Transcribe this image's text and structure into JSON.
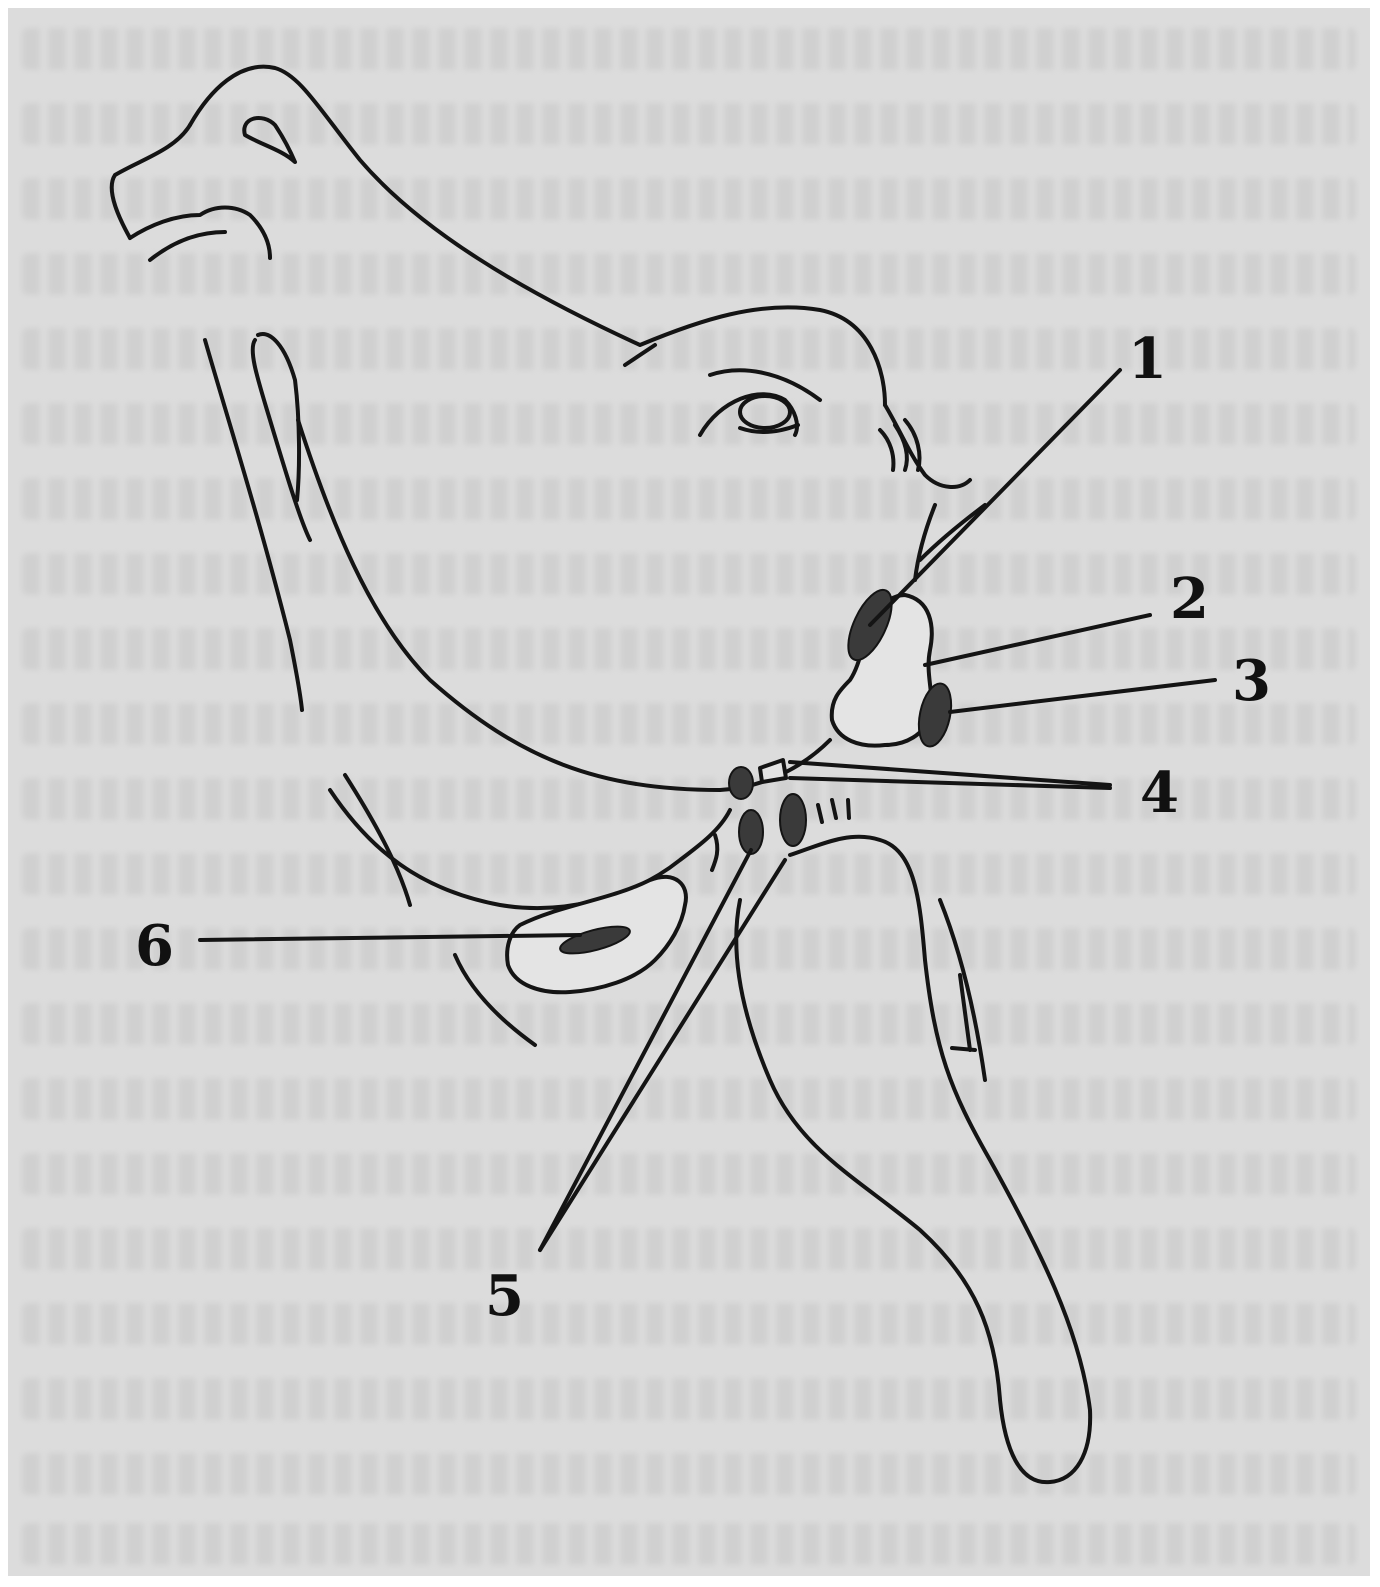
{
  "figure": {
    "labels": [
      {
        "id": "1",
        "text": "1"
      },
      {
        "id": "2",
        "text": "2"
      },
      {
        "id": "3",
        "text": "3"
      },
      {
        "id": "4",
        "text": "4"
      },
      {
        "id": "5",
        "text": "5"
      },
      {
        "id": "6",
        "text": "6"
      }
    ]
  },
  "colors": {
    "background": "#dcdcdc",
    "ink": "#141414",
    "node_fill": "#3a3a3a"
  }
}
